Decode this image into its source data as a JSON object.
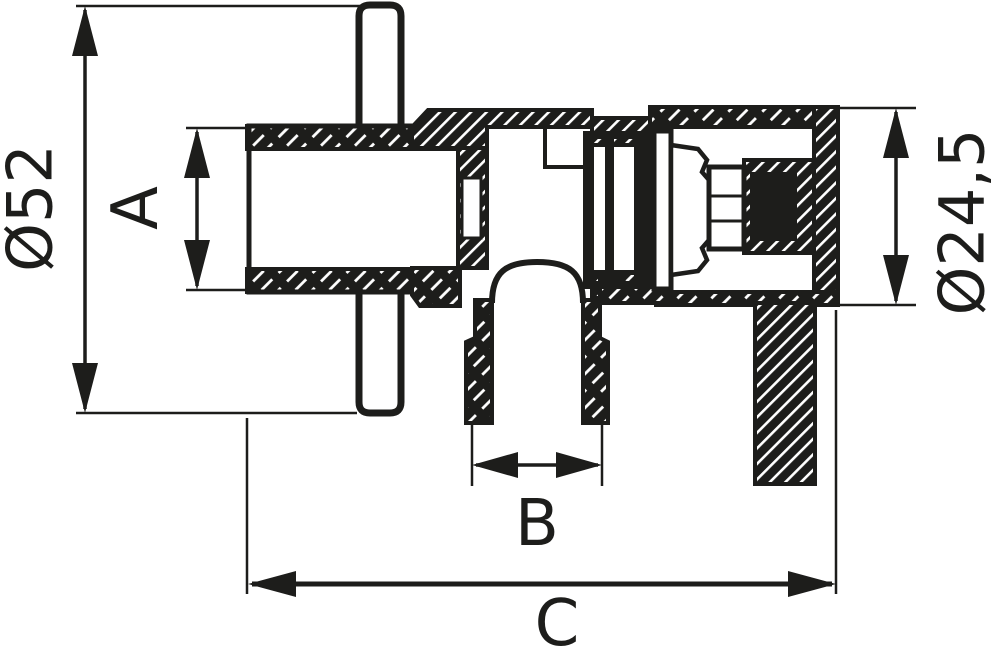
{
  "drawing": {
    "title": "Angle valve cross-section technical drawing",
    "view": "side section view",
    "colors": {
      "ink": "#1d1d1b",
      "paper": "#ffffff"
    },
    "parts": {
      "flange": "wall flange plate",
      "inlet_pipe": "threaded inlet connection",
      "valve_body": "valve body",
      "cartridge": "valve cartridge",
      "seal": "seal block",
      "outlet_pipe": "bottom outlet connection",
      "handle": "handle lever"
    },
    "dimensions": {
      "flange_diameter": {
        "label": "Ø52",
        "orientation": "vertical"
      },
      "inlet_diameter": {
        "label": "A",
        "orientation": "vertical"
      },
      "outlet_diameter": {
        "label": "Ø24,5",
        "orientation": "vertical"
      },
      "bottom_outlet_diameter": {
        "label": "B",
        "orientation": "horizontal"
      },
      "overall_width": {
        "label": "C",
        "orientation": "horizontal"
      }
    }
  }
}
